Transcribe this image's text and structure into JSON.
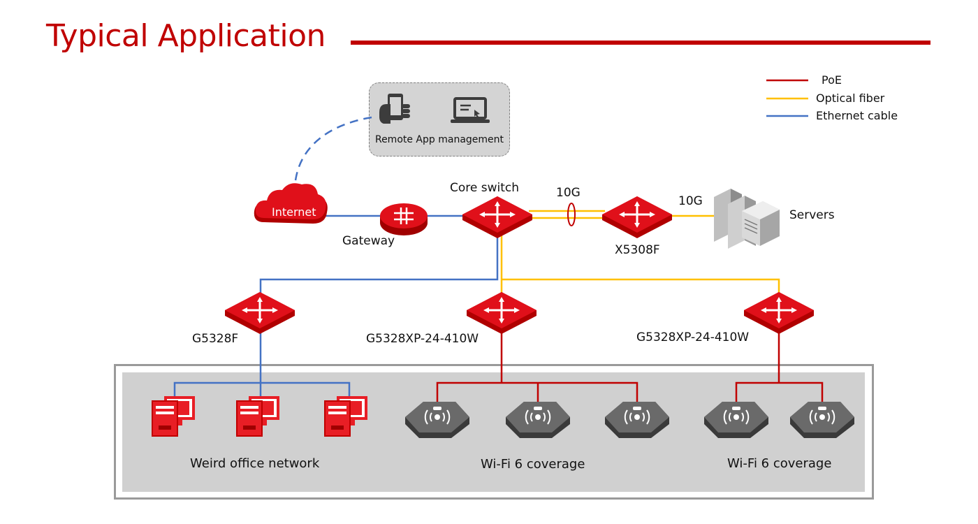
{
  "header": {
    "title": "Typical Application"
  },
  "legend": {
    "items": [
      {
        "label": "PoE",
        "color": "#c00000"
      },
      {
        "label": "Optical fiber",
        "color": "#ffc000"
      },
      {
        "label": "Ethernet cable",
        "color": "#4472c4"
      }
    ]
  },
  "remote": {
    "label": "Remote App management",
    "icons": [
      "phone-hand-icon",
      "laptop-icon"
    ]
  },
  "nodes": {
    "internet": "Internet",
    "gateway": "Gateway",
    "core_switch": "Core switch",
    "x5308f": "X5308F",
    "servers": "Servers",
    "g5328f": "G5328F",
    "g5328xp_1": "G5328XP-24-410W",
    "g5328xp_2": "G5328XP-24-410W"
  },
  "links": {
    "core_to_x5308f": "10G",
    "x5308f_to_servers": "10G"
  },
  "areas": {
    "office": "Weird office network",
    "wifi_1": "Wi-Fi 6 coverage",
    "wifi_2": "Wi-Fi 6 coverage"
  },
  "colors": {
    "accent": "#c00000",
    "poe": "#c00000",
    "fiber": "#ffc000",
    "ethernet": "#4472c4"
  }
}
